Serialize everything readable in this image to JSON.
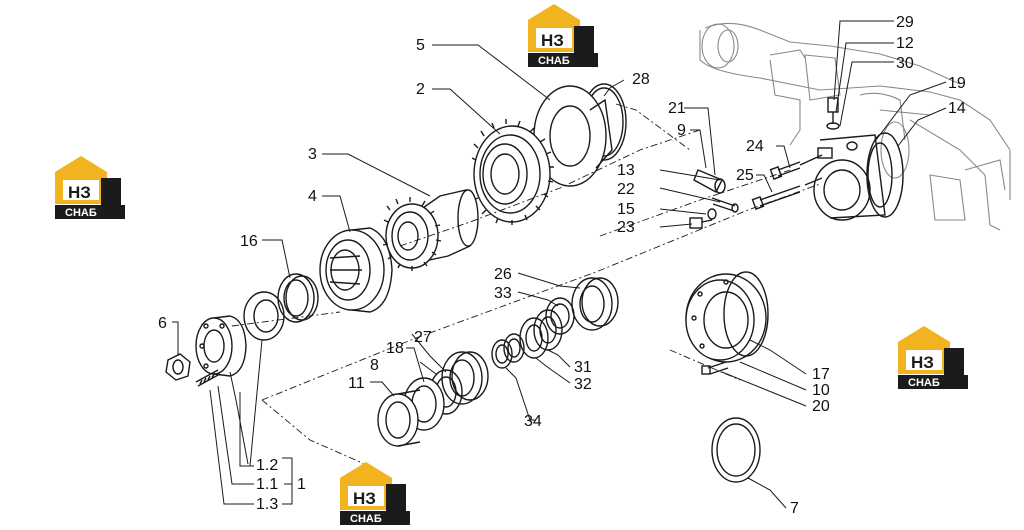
{
  "logo": {
    "mark": "НЗ",
    "word": "СНАБ",
    "colors": {
      "gold": "#f2b320",
      "dark": "#1b1b1b",
      "white": "#ffffff"
    }
  },
  "callouts": {
    "c1": "1",
    "c1_1": "1.1",
    "c1_2": "1.2",
    "c1_3": "1.3",
    "c2": "2",
    "c3": "3",
    "c4": "4",
    "c5": "5",
    "c6": "6",
    "c7": "7",
    "c8": "8",
    "c9": "9",
    "c10": "10",
    "c11": "11",
    "c12": "12",
    "c13": "13",
    "c14": "14",
    "c15": "15",
    "c16": "16",
    "c17": "17",
    "c18": "18",
    "c19": "19",
    "c20": "20",
    "c21": "21",
    "c22": "22",
    "c23": "23",
    "c24": "24",
    "c25": "25",
    "c26": "26",
    "c27": "27",
    "c28": "28",
    "c29": "29",
    "c30": "30",
    "c31": "31",
    "c32": "32",
    "c33": "33",
    "c34": "34"
  }
}
